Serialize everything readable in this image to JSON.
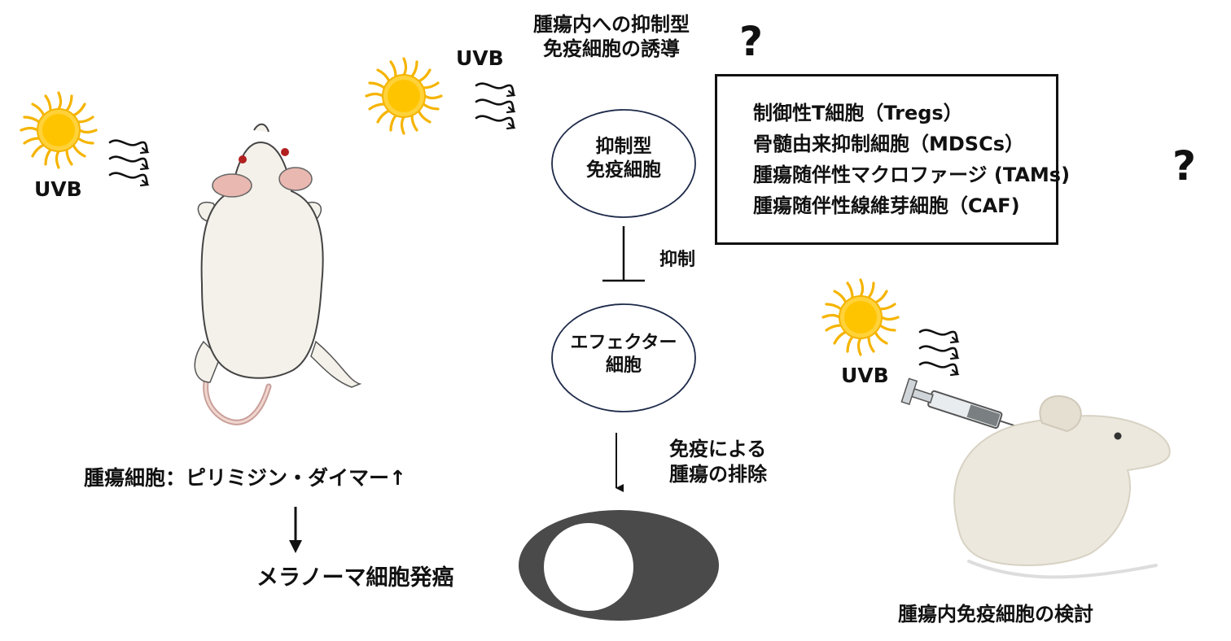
{
  "uvb_label": "UVB",
  "question_mark": "?",
  "top_title": {
    "line1": "腫瘍内への抑制型",
    "line2": "免疫細胞の誘導"
  },
  "suppressor_node": {
    "line1": "抑制型",
    "line2": "免疫細胞"
  },
  "inhibit_label": "抑制",
  "effector_node": {
    "line1": "エフェクター",
    "line2": "細胞"
  },
  "elimination_label": {
    "line1": "免疫による",
    "line2": "腫瘍の排除"
  },
  "cell_types": [
    "制御性T細胞（Tregs）",
    "骨髄由来抑制細胞（MDSCs）",
    "腫瘍随伴性マクロファージ (TAMs)",
    "腫瘍随伴性線維芽細胞（CAF)"
  ],
  "left_caption": {
    "line1": "腫瘍細胞：ピリミジン・ダイマー↑",
    "line2": "メラノーマ細胞発癌"
  },
  "right_caption": "腫瘍内免疫細胞の検討",
  "colors": {
    "sun_rays": "#f5b400",
    "sun_core": "#ffc400",
    "tumor_dark": "#4a4a4a",
    "mouse_body": "#f4f1ea",
    "mouse_pink": "#e9b8b0",
    "mouse_eye": "#b32020"
  }
}
